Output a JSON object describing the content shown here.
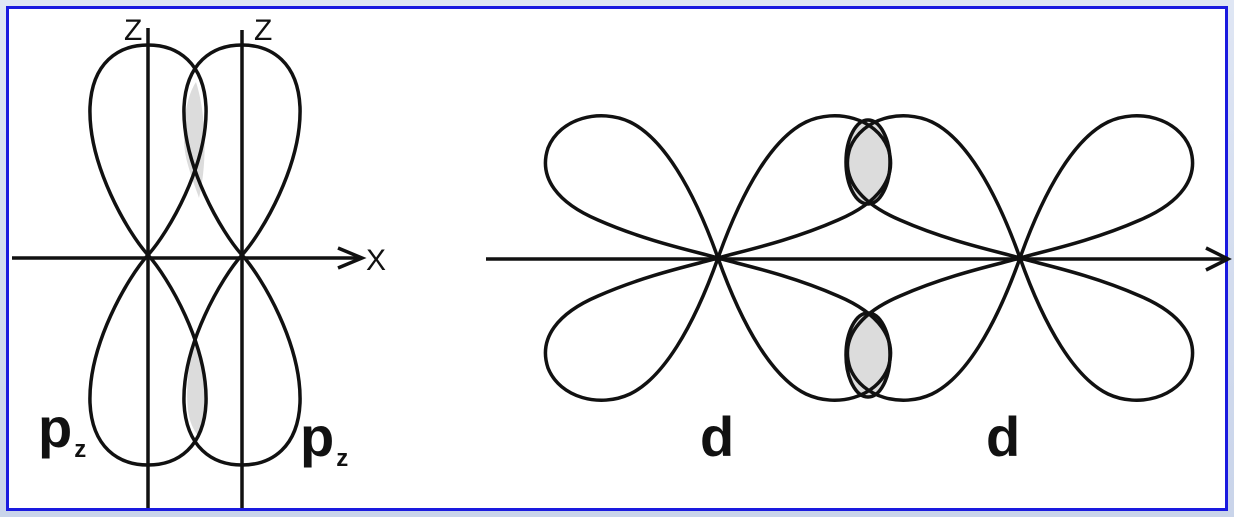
{
  "left_diagram": {
    "z_axis_left_label": "Z",
    "z_axis_right_label": "Z",
    "x_axis_label": "X",
    "orbital_left": {
      "symbol": "p",
      "subscript": "z"
    },
    "orbital_right": {
      "symbol": "p",
      "subscript": "z"
    }
  },
  "right_diagram": {
    "orbital_left": "d",
    "orbital_right": "d"
  },
  "colors": {
    "frame_border": "#1a1adf",
    "outline": "#111111",
    "overlap_fill": "#dcdcdc"
  }
}
